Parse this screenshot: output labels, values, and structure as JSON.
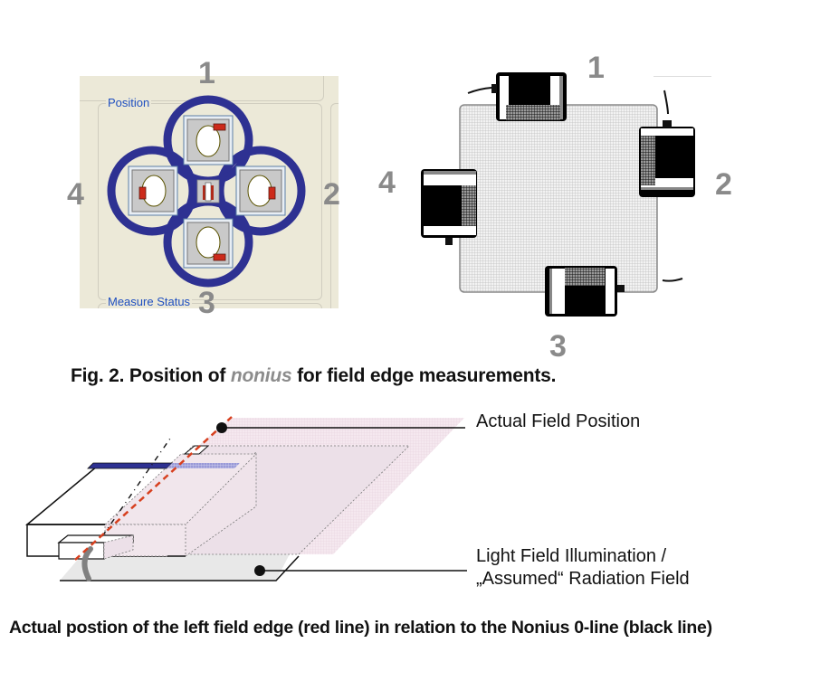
{
  "figure2": {
    "ui_panel": {
      "group_position_label": "Position",
      "group_measure_status_label": "Measure Status",
      "ring_color": "#2e3192",
      "positions": [
        {
          "id": 1,
          "label": "1",
          "side": "top"
        },
        {
          "id": 2,
          "label": "2",
          "side": "right"
        },
        {
          "id": 3,
          "label": "3",
          "side": "bottom"
        },
        {
          "id": 4,
          "label": "4",
          "side": "left"
        }
      ]
    },
    "device_diagram": {
      "positions": [
        {
          "id": 1,
          "label": "1",
          "side": "top"
        },
        {
          "id": 2,
          "label": "2",
          "side": "right"
        },
        {
          "id": 3,
          "label": "3",
          "side": "bottom"
        },
        {
          "id": 4,
          "label": "4",
          "side": "left"
        }
      ]
    },
    "caption": {
      "prefix": "Fig. 2. Position of ",
      "emphasis": "nonius",
      "suffix": " for field edge measurements."
    }
  },
  "field_diagram": {
    "labels": {
      "actual_field": "Actual Field Position",
      "light_field_line1": "Light Field Illumination /",
      "light_field_line2": "„Assumed“ Radiation Field"
    },
    "colors": {
      "red_edge_line": "#d7401f",
      "nonius_bar": "#2e3192",
      "actual_field_fill": "#f3e3ec",
      "light_field_fill": "#e8e8e8"
    },
    "caption": "Actual postion of the left field edge (red line) in relation to the Nonius 0-line (black line)"
  }
}
